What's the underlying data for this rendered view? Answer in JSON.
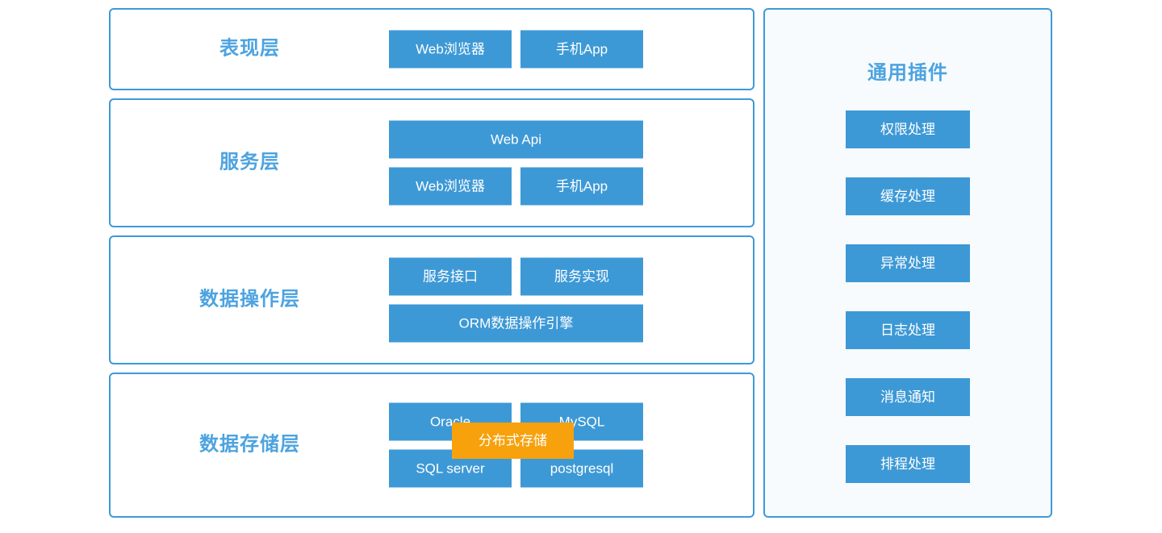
{
  "colors": {
    "node_blue": "#3d99d6",
    "panel_border": "#3d9ad8",
    "title_blue": "#4da3e0",
    "overlay_orange": "#f7a10d",
    "plugin_panel_bg": "#f7fbfe",
    "node_text": "#ffffff",
    "page_bg": "#ffffff"
  },
  "architecture": {
    "layers": [
      {
        "title": "表现层",
        "rows": [
          {
            "nodes": [
              {
                "label": "Web浏览器",
                "size": "half"
              },
              {
                "label": "手机App",
                "size": "half"
              }
            ]
          }
        ]
      },
      {
        "title": "服务层",
        "rows": [
          {
            "nodes": [
              {
                "label": "Web Api",
                "size": "full"
              }
            ]
          },
          {
            "nodes": [
              {
                "label": "Web浏览器",
                "size": "half"
              },
              {
                "label": "手机App",
                "size": "half"
              }
            ]
          }
        ]
      },
      {
        "title": "数据操作层",
        "rows": [
          {
            "nodes": [
              {
                "label": "服务接口",
                "size": "half"
              },
              {
                "label": "服务实现",
                "size": "half"
              }
            ]
          },
          {
            "nodes": [
              {
                "label": "ORM数据操作引擎",
                "size": "full"
              }
            ]
          }
        ]
      },
      {
        "title": "数据存储层",
        "rows": [
          {
            "nodes": [
              {
                "label": "Oracle",
                "size": "half"
              },
              {
                "label": "MySQL",
                "size": "half"
              }
            ]
          },
          {
            "nodes": [
              {
                "label": "SQL server",
                "size": "half"
              },
              {
                "label": "postgresql",
                "size": "half"
              }
            ]
          }
        ],
        "overlay": {
          "label": "分布式存储"
        }
      }
    ]
  },
  "plugins": {
    "title": "通用插件",
    "items": [
      {
        "label": "权限处理"
      },
      {
        "label": "缓存处理"
      },
      {
        "label": "异常处理"
      },
      {
        "label": "日志处理"
      },
      {
        "label": "消息通知"
      },
      {
        "label": "排程处理"
      }
    ]
  }
}
